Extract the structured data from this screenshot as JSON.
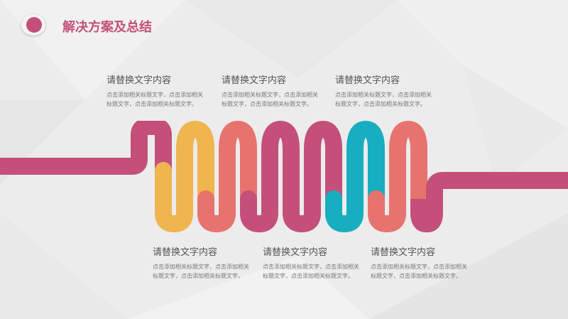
{
  "header": {
    "title": "解决方案及总结"
  },
  "colors": {
    "magenta": "#c4507a",
    "yellow": "#efb54e",
    "coral": "#e7736f",
    "rose": "#d9607a",
    "teal": "#17aec0"
  },
  "icons": [
    "circle-logo-icon"
  ],
  "top_blocks": [
    {
      "title": "请替换文字内容",
      "body": "点击添加相关标题文字，点击添加相关标题文字，点击添加相关标题文字。"
    },
    {
      "title": "请替换文字内容",
      "body": "点击添加相关标题文字，点击添加相关标题文字，点击添加相关标题文字。"
    },
    {
      "title": "请替换文字内容",
      "body": "点击添加相关标题文字，点击添加相关标题文字，点击添加相关标题文字。"
    }
  ],
  "bottom_blocks": [
    {
      "title": "请替换文字内容",
      "body": "点击添加相关标题文字，点击添加相关标题文字，点击添加相关标题文字。"
    },
    {
      "title": "请替换文字内容",
      "body": "点击添加相关标题文字，点击添加相关标题文字，点击添加相关标题文字。"
    },
    {
      "title": "请替换文字内容",
      "body": "点击添加相关标题文字，点击添加相关标题文字，点击添加相关标题文字。"
    }
  ]
}
